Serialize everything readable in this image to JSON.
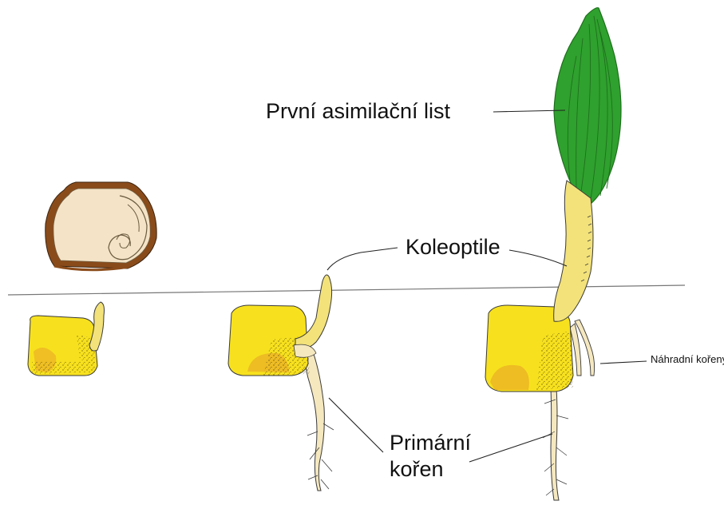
{
  "labels": {
    "first_leaf": "První asimilační list",
    "coleoptile": "Koleoptile",
    "adventitious_roots": "Náhradní kořeny",
    "primary_root_line1": "Primární",
    "primary_root_line2": "kořen"
  },
  "colors": {
    "seed_yellow": "#F7E11E",
    "seed_orange": "#E9A826",
    "stem_yellow": "#F3E27A",
    "root_cream": "#F5E8BF",
    "leaf_green": "#2FA12E",
    "leaf_dark": "#1F6F1E",
    "cross_section_fill": "#F4E3C6",
    "cross_section_rim": "#8A4B1A",
    "outline": "#3A3A3A",
    "ground_line": "#777777"
  }
}
